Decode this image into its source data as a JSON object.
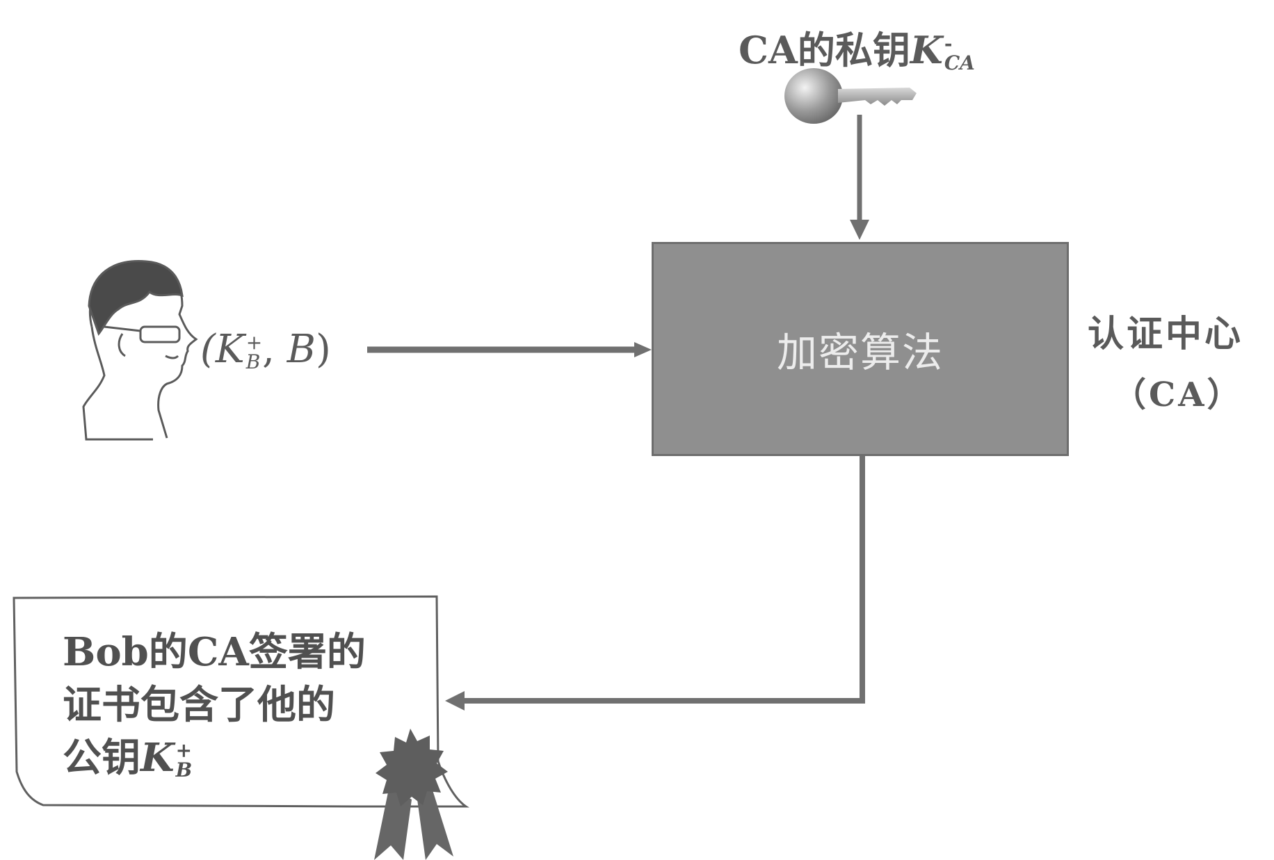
{
  "private_key": {
    "label_prefix": "CA的私钥",
    "symbol": "K",
    "superscript": "-",
    "subscript": "CA"
  },
  "encryption_box": {
    "label": "加密算法"
  },
  "certificate_authority": {
    "title": "认证中心",
    "abbr": "（CA）"
  },
  "input_pair": {
    "open": "(",
    "symbol": "K",
    "superscript": "+",
    "subscript": "B",
    "separator": ", ",
    "name": "B",
    "close": ")"
  },
  "certificate": {
    "line1": "Bob的CA签署的",
    "line2": "证书包含了他的",
    "line3_prefix": "公钥",
    "key_symbol": "K",
    "key_superscript": "+",
    "key_subscript": "B"
  }
}
